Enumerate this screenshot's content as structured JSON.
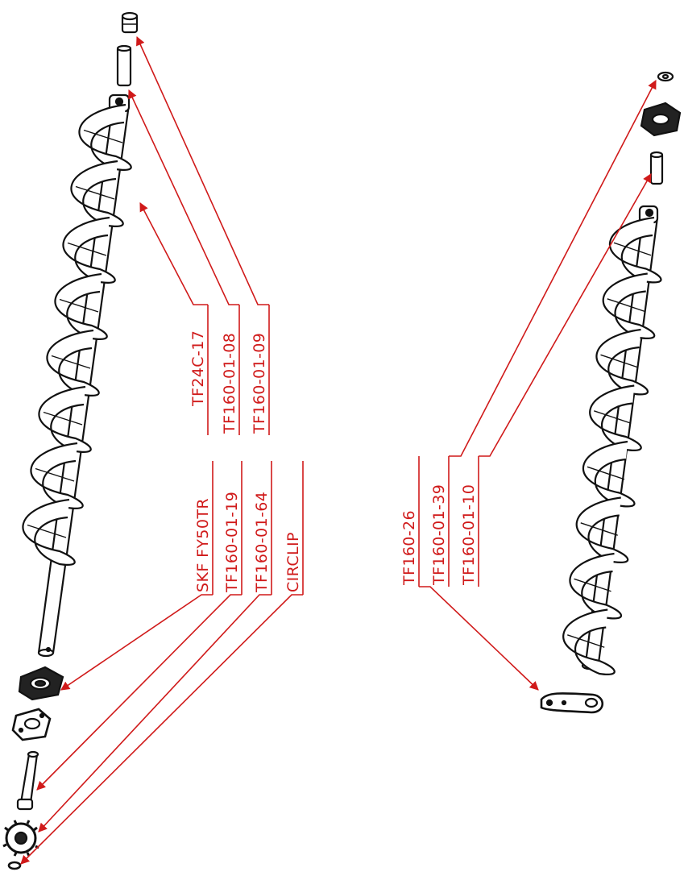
{
  "accent_color": "#d01a1a",
  "line_color": "#111111",
  "left_assembly": {
    "labels_upper": [
      "TF24C-17",
      "TF160-01-08",
      "TF160-01-09"
    ],
    "labels_lower": [
      "SKF FY50TR",
      "TF160-01-19",
      "TF160-01-64",
      "CIRCLIP"
    ]
  },
  "right_assembly": {
    "labels": [
      "TF160-26",
      "TF160-01-39",
      "TF160-01-10"
    ]
  }
}
